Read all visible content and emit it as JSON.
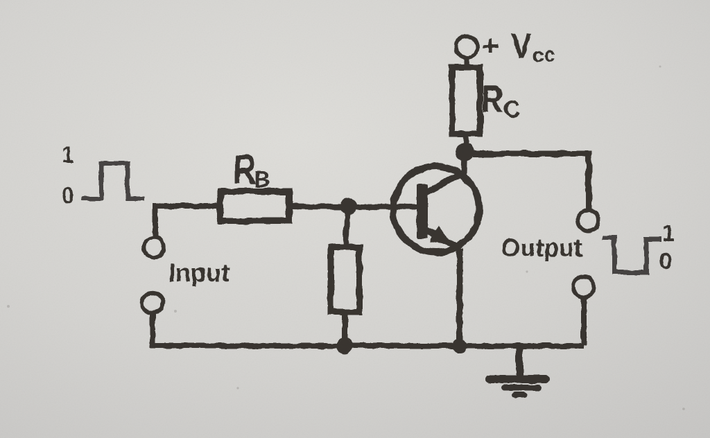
{
  "colors": {
    "paper": "#d6d5d2",
    "ink": "#2d2a27"
  },
  "diagram_type": "transistor-inverter-not-gate-schematic",
  "input_section": {
    "waveform_high_label": "1",
    "waveform_low_label": "0",
    "waveform_shape": "positive pulse: low-high-low",
    "label": "Input"
  },
  "output_section": {
    "waveform_high_label": "1",
    "waveform_low_label": "0",
    "waveform_shape": "inverted pulse: high-low-high",
    "label": "Output"
  },
  "components": {
    "base_resistor": {
      "symbol": "R",
      "subscript": "B"
    },
    "collector_resistor": {
      "symbol": "R",
      "subscript": "C"
    },
    "supply": {
      "plus": "+",
      "symbol": "V",
      "subscript": "cc"
    }
  }
}
